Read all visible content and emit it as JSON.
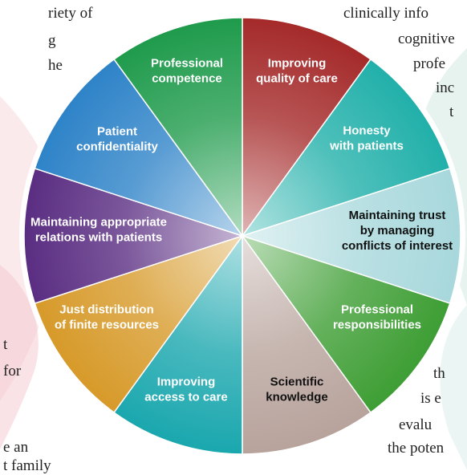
{
  "background_text": [
    "riety of",
    "g",
    "he",
    "t",
    "for",
    "e an",
    "t family",
    "clinically info",
    "cognitive",
    "profe",
    "inc",
    "t",
    "th",
    "is e",
    "evalu",
    "the poten"
  ],
  "wheel": {
    "segments": [
      {
        "lines": [
          "Improving",
          "quality of care"
        ],
        "color": "#a52a2a"
      },
      {
        "lines": [
          "Honesty",
          "with patients"
        ],
        "color": "#22b0aa"
      },
      {
        "lines": [
          "Maintaining trust",
          "by managing",
          "conflicts of interest"
        ],
        "color": "#a8d8dc"
      },
      {
        "lines": [
          "Professional",
          "responsibilities"
        ],
        "color": "#3e9e34"
      },
      {
        "lines": [
          "Scientific",
          "knowledge"
        ],
        "color": "#b8a39c"
      },
      {
        "lines": [
          "Improving",
          "access to care"
        ],
        "color": "#1aa7ae"
      },
      {
        "lines": [
          "Just distribution",
          "of finite resources"
        ],
        "color": "#d79a2a"
      },
      {
        "lines": [
          "Maintaining appropriate",
          "relations with patients"
        ],
        "color": "#5a2d82"
      },
      {
        "lines": [
          "Patient",
          "confidentiality"
        ],
        "color": "#2e83c8"
      },
      {
        "lines": [
          "Professional",
          "competence"
        ],
        "color": "#1f9b4c"
      }
    ]
  }
}
